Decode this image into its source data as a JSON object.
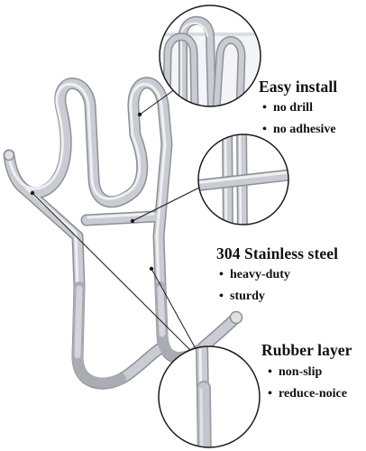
{
  "features": [
    {
      "title": "Easy install",
      "bullets": [
        "no drill",
        "no adhesive"
      ]
    },
    {
      "title": "304 Stainless steel",
      "bullets": [
        "heavy-duty",
        "sturdy"
      ]
    },
    {
      "title": "Rubber layer",
      "bullets": [
        "non-slip",
        "reduce-noice"
      ]
    }
  ],
  "colors": {
    "metal": "#c9ccd2",
    "metal_highlight": "#eef0f3",
    "metal_shadow": "#8d9097",
    "callout_line": "#1a1a1a",
    "text": "#111111"
  }
}
